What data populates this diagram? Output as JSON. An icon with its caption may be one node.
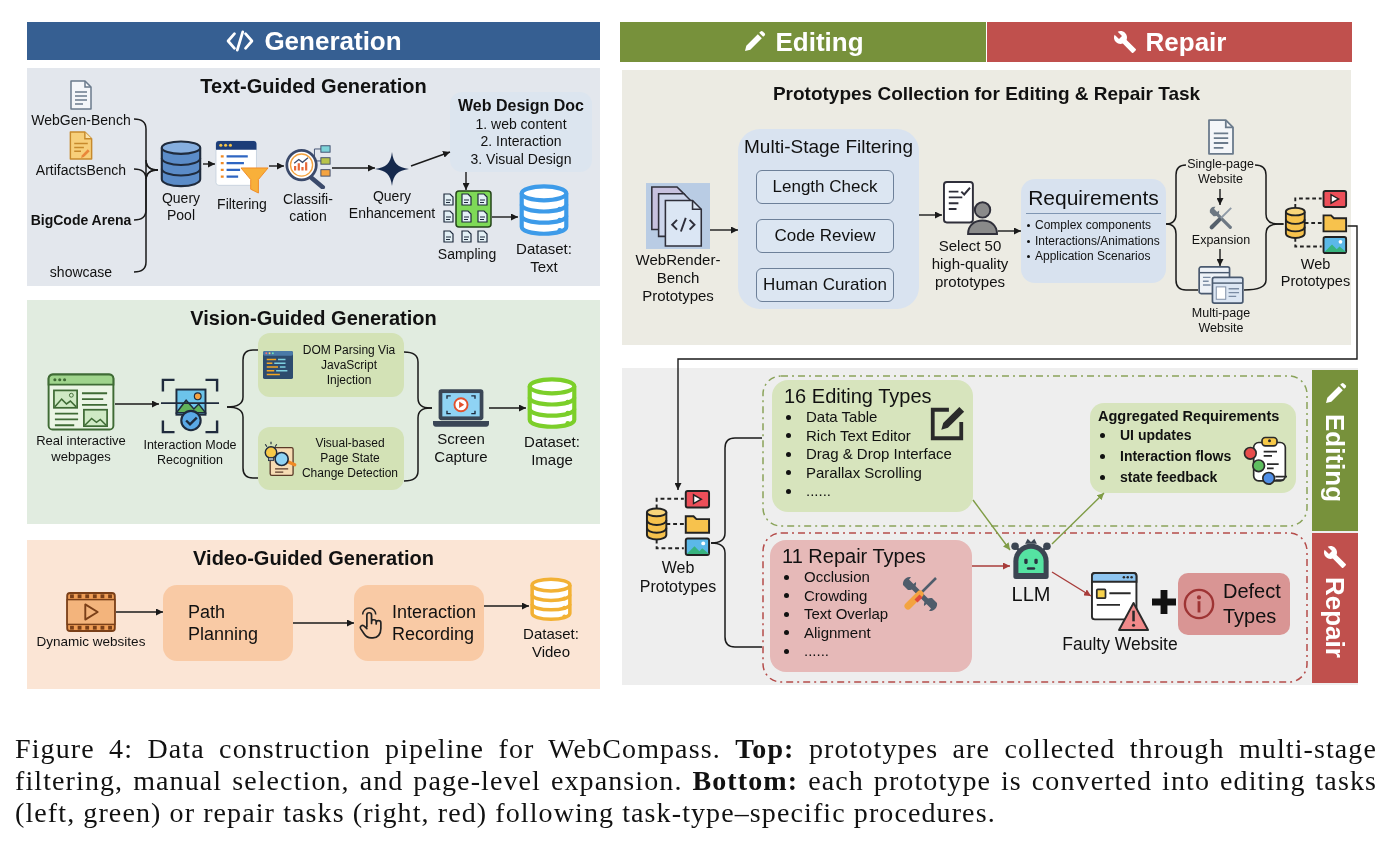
{
  "diagram": {
    "caption": "Figure 4: Data construction pipeline for WebCompass. **Top:** prototypes are collected through multi-stage filtering, manual selection, and page-level expansion. **Bottom:** each prototype is converted into editing tasks (left, green) or repair tasks (right, red) following task-type–specific procedures.",
    "nodes": [
      {
        "text": [
          "Generation"
        ]
      },
      {
        "text": [
          "Editing"
        ]
      },
      {
        "text": [
          "Repair"
        ]
      },
      {
        "text": [
          "Text-Guided Generation"
        ]
      },
      {
        "text": [
          "WebGen-Bench"
        ],
        "in": 3
      },
      {
        "text": [
          "ArtifactsBench"
        ],
        "in": 3
      },
      {
        "text": [
          "BigCode Arena"
        ],
        "in": 3
      },
      {
        "text": [
          "showcase"
        ],
        "in": 3
      },
      {
        "text": [
          "Query Pool"
        ],
        "in": 3
      },
      {
        "text": [
          "Filtering"
        ],
        "in": 3
      },
      {
        "text": [
          "Classifi- cation"
        ],
        "in": 3
      },
      {
        "text": [
          "Query Enhancement"
        ],
        "in": 3
      },
      {
        "text": [
          "Web Design Doc",
          "1. web content",
          "2. Interaction",
          "3. Visual Design"
        ],
        "in": 3
      },
      {
        "text": [
          "Sampling"
        ],
        "in": 3
      },
      {
        "text": [
          "Dataset: Text"
        ],
        "in": 3
      },
      {
        "text": [
          "Vision-Guided Generation"
        ]
      },
      {
        "text": [
          "Real interactive webpages"
        ],
        "in": 15
      },
      {
        "text": [
          "Interaction Mode Recognition"
        ],
        "in": 15
      },
      {
        "text": [
          "DOM Parsing Via JavaScript Injection"
        ],
        "in": 15
      },
      {
        "text": [
          "Visual-based Page State Change Detection"
        ],
        "in": 15
      },
      {
        "text": [
          "Screen Capture"
        ],
        "in": 15
      },
      {
        "text": [
          "Dataset: Image"
        ],
        "in": 15
      },
      {
        "text": [
          "Video-Guided Generation"
        ]
      },
      {
        "text": [
          "Dynamic websites"
        ],
        "in": 22
      },
      {
        "text": [
          "Path Planning"
        ],
        "in": 22
      },
      {
        "text": [
          "Interaction Recording"
        ],
        "in": 22
      },
      {
        "text": [
          "Dataset: Video"
        ],
        "in": 22
      },
      {
        "text": [
          "Prototypes Collection for Editing & Repair Task"
        ]
      },
      {
        "text": [
          "WebRender- Bench Prototypes"
        ],
        "in": 27
      },
      {
        "text": [
          "Multi-Stage Filtering"
        ],
        "in": 27
      },
      {
        "text": [
          "Length Check"
        ],
        "in": 29
      },
      {
        "text": [
          "Code Review"
        ],
        "in": 29
      },
      {
        "text": [
          "Human Curation"
        ],
        "in": 29
      },
      {
        "text": [
          "Select 50 high-quality prototypes"
        ],
        "in": 27
      },
      {
        "text": [
          "Requirements",
          "Complex components",
          "Interactions/Animations",
          "Application Scenarios"
        ],
        "in": 27
      },
      {
        "text": [
          "Single-page Website"
        ],
        "in": 27
      },
      {
        "text": [
          "Expansion"
        ],
        "in": 27
      },
      {
        "text": [
          "Multi-page Website"
        ],
        "in": 27
      },
      {
        "text": [
          "Web Prototypes"
        ],
        "in": 27
      },
      {
        "text": [],
        "shape": "box"
      },
      {
        "text": [
          "Web Prototypes"
        ],
        "in": 39
      },
      {
        "text": [],
        "shape": "box",
        "in": 39
      },
      {
        "text": [
          "16 Editing Types",
          "Data Table",
          "Rich Text Editor",
          "Drag & Drop Interface",
          "Parallax Scrolling",
          "......"
        ],
        "in": 41
      },
      {
        "text": [
          "Aggregated Requirements",
          "UI updates",
          "Interaction flows",
          "state feedback"
        ],
        "in": 41
      },
      {
        "text": [],
        "shape": "box",
        "in": 39
      },
      {
        "text": [
          "11 Repair Types",
          "Occlusion",
          "Crowding",
          "Text Overlap",
          "Alignment",
          "......"
        ],
        "in": 44
      },
      {
        "text": [
          "Faulty Website"
        ],
        "in": 44
      },
      {
        "text": [
          "Defect Types"
        ],
        "in": 44
      },
      {
        "text": [
          "LLM"
        ],
        "in": 44
      },
      {
        "text": [
          "Editing"
        ],
        "in": 39
      },
      {
        "text": [
          "Repair"
        ],
        "in": 39
      }
    ],
    "edges": [
      {
        "from": 4,
        "to": 8,
        "arrow": "none"
      },
      {
        "from": 5,
        "to": 8,
        "arrow": "none"
      },
      {
        "from": 6,
        "to": 8,
        "arrow": "none"
      },
      {
        "from": 7,
        "to": 8,
        "arrow": "none"
      },
      {
        "from": 8,
        "to": 9,
        "arrow": "to"
      },
      {
        "from": 9,
        "to": 10,
        "arrow": "to"
      },
      {
        "from": 10,
        "to": 11,
        "arrow": "to"
      },
      {
        "from": 11,
        "to": 12,
        "arrow": "to"
      },
      {
        "from": 12,
        "to": 13,
        "arrow": "to"
      },
      {
        "from": 13,
        "to": 14,
        "arrow": "to"
      },
      {
        "from": 16,
        "to": 17,
        "arrow": "to"
      },
      {
        "from": 17,
        "to": 18,
        "arrow": "none"
      },
      {
        "from": 17,
        "to": 19,
        "arrow": "none"
      },
      {
        "from": 18,
        "to": 20,
        "arrow": "none"
      },
      {
        "from": 19,
        "to": 20,
        "arrow": "none"
      },
      {
        "from": 20,
        "to": 21,
        "arrow": "to"
      },
      {
        "from": 23,
        "to": 24,
        "arrow": "to"
      },
      {
        "from": 24,
        "to": 25,
        "arrow": "to"
      },
      {
        "from": 25,
        "to": 26,
        "arrow": "to"
      },
      {
        "from": 28,
        "to": 29,
        "arrow": "to"
      },
      {
        "from": 29,
        "to": 33,
        "arrow": "to"
      },
      {
        "from": 33,
        "to": 34,
        "arrow": "to"
      },
      {
        "from": 34,
        "to": 35,
        "arrow": "none"
      },
      {
        "from": 34,
        "to": 37,
        "arrow": "none"
      },
      {
        "from": 35,
        "to": 36,
        "arrow": "to"
      },
      {
        "from": 36,
        "to": 37,
        "arrow": "to"
      },
      {
        "from": 35,
        "to": 38,
        "arrow": "none"
      },
      {
        "from": 37,
        "to": 38,
        "arrow": "none"
      },
      {
        "from": 38,
        "to": 40,
        "arrow": "to"
      },
      {
        "from": 40,
        "to": 41,
        "arrow": "none"
      },
      {
        "from": 40,
        "to": 44,
        "arrow": "none"
      },
      {
        "from": 42,
        "to": 48,
        "arrow": "to",
        "color": "#7f9c45"
      },
      {
        "from": 45,
        "to": 48,
        "arrow": "to",
        "color": "#a83c3a"
      },
      {
        "from": 48,
        "to": 43,
        "arrow": "to",
        "color": "#7f9c45"
      },
      {
        "from": 48,
        "to": 46,
        "arrow": "to",
        "color": "#a83c3a"
      }
    ]
  }
}
